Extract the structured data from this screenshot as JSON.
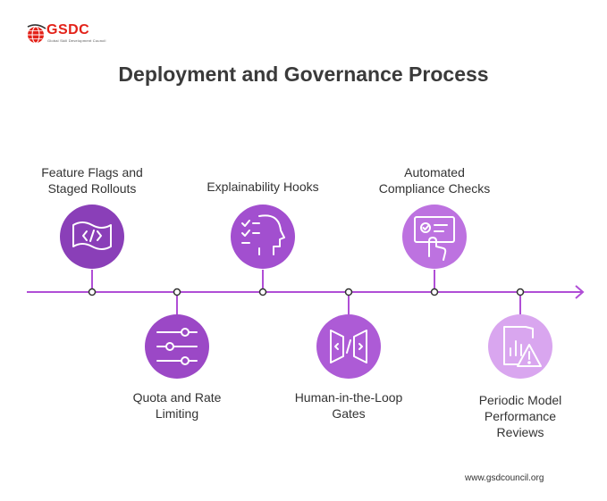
{
  "brand": {
    "name": "GSDC",
    "tagline": "Global Skill Development Council",
    "accent": "#e32219"
  },
  "title": "Deployment and Governance Process",
  "footer": "www.gsdcouncil.org",
  "colors": {
    "line": "#b04ed6",
    "node_dark": "#8a3fb8",
    "node_mid": "#a24fcf",
    "node_light": "#c785e6",
    "node_lighter": "#d9a6ef"
  },
  "steps": [
    {
      "label_line1": "Feature Flags and",
      "label_line2": "Staged Rollouts",
      "icon": "code-flag-icon"
    },
    {
      "label_line1": "Quota and Rate",
      "label_line2": "Limiting",
      "icon": "sliders-icon"
    },
    {
      "label_line1": "Explainability Hooks",
      "label_line2": "",
      "icon": "head-checklist-icon"
    },
    {
      "label_line1": "Human-in-the-Loop",
      "label_line2": "Gates",
      "icon": "code-gate-icon"
    },
    {
      "label_line1": "Automated",
      "label_line2": "Compliance Checks",
      "icon": "monitor-check-icon"
    },
    {
      "label_line1": "Periodic Model",
      "label_line2": "Performance",
      "label_line3": "Reviews",
      "icon": "report-warning-icon"
    }
  ]
}
